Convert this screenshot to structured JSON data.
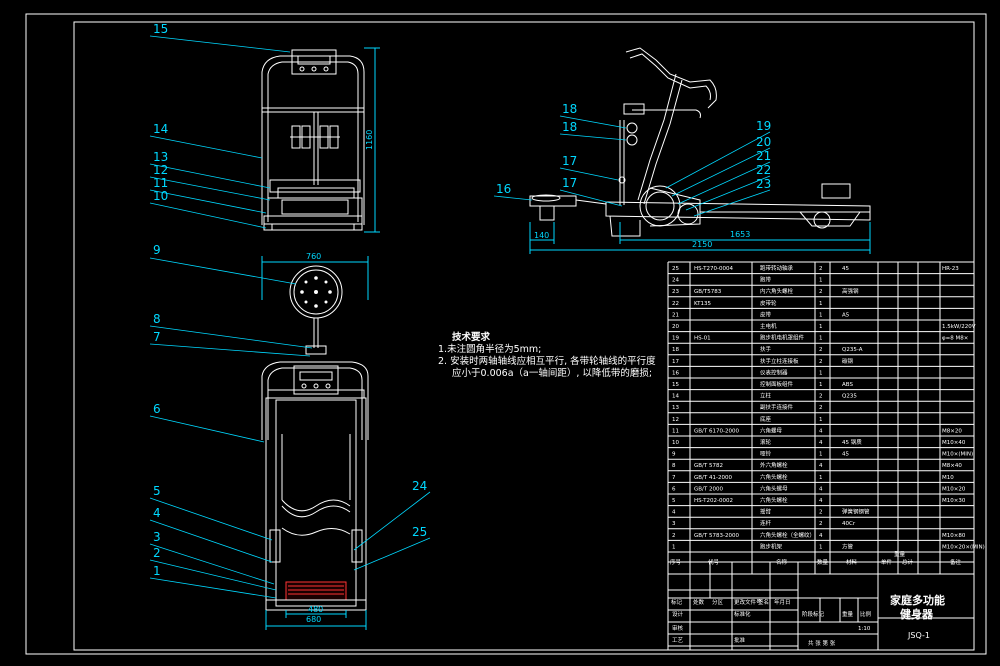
{
  "callouts_front": [
    "15",
    "14",
    "13",
    "12",
    "11",
    "10"
  ],
  "callouts_top": [
    "9",
    "8",
    "7",
    "6",
    "5",
    "4",
    "3",
    "2",
    "1"
  ],
  "callouts_top_right": [
    "24",
    "25"
  ],
  "callouts_side_left": [
    "18",
    "18",
    "17",
    "17",
    "16"
  ],
  "callouts_side_right": [
    "19",
    "20",
    "21",
    "22",
    "23"
  ],
  "dims": {
    "front_height": "1160",
    "top_width": "760",
    "top_inner": "480",
    "top_outer": "680",
    "side_left": "140",
    "side_mid": "1653",
    "side_total": "2150"
  },
  "tech": {
    "title": "技术要求",
    "line1": "1.未注圆角半径为5mm;",
    "line2": "2. 安装时两轴轴线应相互平行, 各带轮轴线的平行度",
    "line3": "应小于0.006a（a一轴间距）, 以降低带的磨损;"
  },
  "bom_rows": [
    {
      "no": "25",
      "code": "HS-T270-0004",
      "name": "跑带转动轴承",
      "qty": "2",
      "mat": "45",
      "note": "HR-23"
    },
    {
      "no": "24",
      "code": "",
      "name": "跑带",
      "qty": "1",
      "mat": "",
      "note": ""
    },
    {
      "no": "23",
      "code": "GB/T5783",
      "name": "内六角头螺栓",
      "qty": "2",
      "mat": "高强钢",
      "note": ""
    },
    {
      "no": "22",
      "code": "KT135",
      "name": "皮带轮",
      "qty": "1",
      "mat": "",
      "note": ""
    },
    {
      "no": "21",
      "code": "",
      "name": "皮带",
      "qty": "1",
      "mat": "A5",
      "note": ""
    },
    {
      "no": "20",
      "code": "",
      "name": "主电机",
      "qty": "1",
      "mat": "",
      "note": "1.5kW/220V"
    },
    {
      "no": "19",
      "code": "HS-01",
      "name": "跑步机电机罩组件",
      "qty": "1",
      "mat": "",
      "note": "φ=8 M8×"
    },
    {
      "no": "18",
      "code": "",
      "name": "扶手",
      "qty": "2",
      "mat": "Q235-A",
      "note": ""
    },
    {
      "no": "17",
      "code": "",
      "name": "扶手立柱连接板",
      "qty": "2",
      "mat": "碳钢",
      "note": ""
    },
    {
      "no": "16",
      "code": "",
      "name": "仪表控制器",
      "qty": "1",
      "mat": "",
      "note": ""
    },
    {
      "no": "15",
      "code": "",
      "name": "控制面板组件",
      "qty": "1",
      "mat": "ABS",
      "note": ""
    },
    {
      "no": "14",
      "code": "",
      "name": "立柱",
      "qty": "2",
      "mat": "Q235",
      "note": ""
    },
    {
      "no": "13",
      "code": "",
      "name": "副扶手连接件",
      "qty": "2",
      "mat": "",
      "note": ""
    },
    {
      "no": "12",
      "code": "",
      "name": "底座",
      "qty": "1",
      "mat": "",
      "note": ""
    },
    {
      "no": "11",
      "code": "GB/T 6170-2000",
      "name": "六角螺母",
      "qty": "4",
      "mat": "",
      "note": "M8×20"
    },
    {
      "no": "10",
      "code": "",
      "name": "滚轮",
      "qty": "4",
      "mat": "45  钢质",
      "note": "M10×40"
    },
    {
      "no": "9",
      "code": "",
      "name": "哑铃",
      "qty": "1",
      "mat": "45",
      "note": "M10×(MIN)"
    },
    {
      "no": "8",
      "code": "GB/T  5782",
      "name": "外六角螺栓",
      "qty": "4",
      "mat": "",
      "note": "M8×40"
    },
    {
      "no": "7",
      "code": "GB/T 41-2000",
      "name": "六角头螺栓",
      "qty": "1",
      "mat": "",
      "note": "M10"
    },
    {
      "no": "6",
      "code": "GB/T  2000",
      "name": "六角头螺母",
      "qty": "4",
      "mat": "",
      "note": "M10×20"
    },
    {
      "no": "5",
      "code": "HS-T202-0002",
      "name": "六角头螺栓",
      "qty": "4",
      "mat": "",
      "note": "M10×30"
    },
    {
      "no": "4",
      "code": "",
      "name": "摇臂",
      "qty": "2",
      "mat": "弹簧钢钢管",
      "note": ""
    },
    {
      "no": "3",
      "code": "",
      "name": "连杆",
      "qty": "2",
      "mat": "40Cr",
      "note": ""
    },
    {
      "no": "2",
      "code": "GB/T 5783-2000",
      "name": "六角头螺栓（全螺纹）",
      "qty": "4",
      "mat": "",
      "note": "M10×80"
    },
    {
      "no": "1",
      "code": "",
      "name": "跑步机架",
      "qty": "1",
      "mat": "方管",
      "note": "M10×20×(MIN)"
    }
  ],
  "bom_header": {
    "no": "序号",
    "code": "代号",
    "name": "名称",
    "qty": "数量",
    "mat": "材料",
    "w1": "单件",
    "w2": "总计",
    "w3": "重量",
    "note": "备注"
  },
  "title_block": {
    "r1": [
      "标记",
      "处数",
      "分区",
      "更改文件号",
      "签名",
      "年月日"
    ],
    "design": "设计",
    "std": "标准化",
    "check": "审核",
    "craft": "工艺",
    "approve": "批准",
    "stage": "阶段标记",
    "weight": "重量",
    "scale": "比例",
    "scale_val": "1:10",
    "sheets": "共 张  第 张",
    "product": "家庭多功能",
    "product2": "健身器",
    "dwg_no": "JSQ-1"
  }
}
